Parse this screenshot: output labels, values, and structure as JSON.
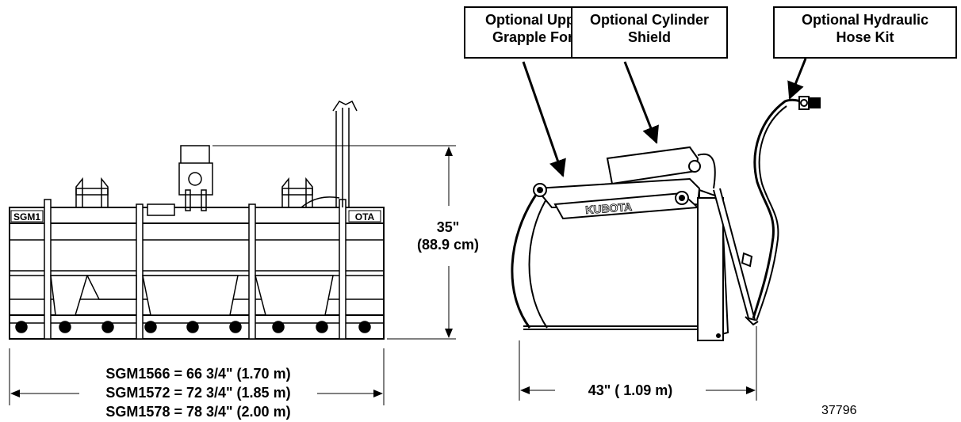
{
  "callouts": {
    "upper_fork": [
      "Optional Upper",
      "Grapple Fork"
    ],
    "cylinder_shield": [
      "Optional Cylinder",
      "Shield"
    ],
    "hose_kit": [
      "Optional Hydraulic",
      "Hose Kit"
    ]
  },
  "dimensions": {
    "height": [
      "35\"",
      "(88.9 cm)"
    ],
    "depth": "43\" ( 1.09 m)",
    "widths": [
      "SGM1566 = 66 3/4\" (1.70 m)",
      "SGM1572 = 72 3/4\" (1.85 m)",
      "SGM1578 = 78 3/4\" (2.00 m)"
    ]
  },
  "labels": {
    "front_left_decal": "SGM1",
    "front_right_decal": "OTA",
    "side_decal": "KUBOTA"
  },
  "figure_number": "37796"
}
